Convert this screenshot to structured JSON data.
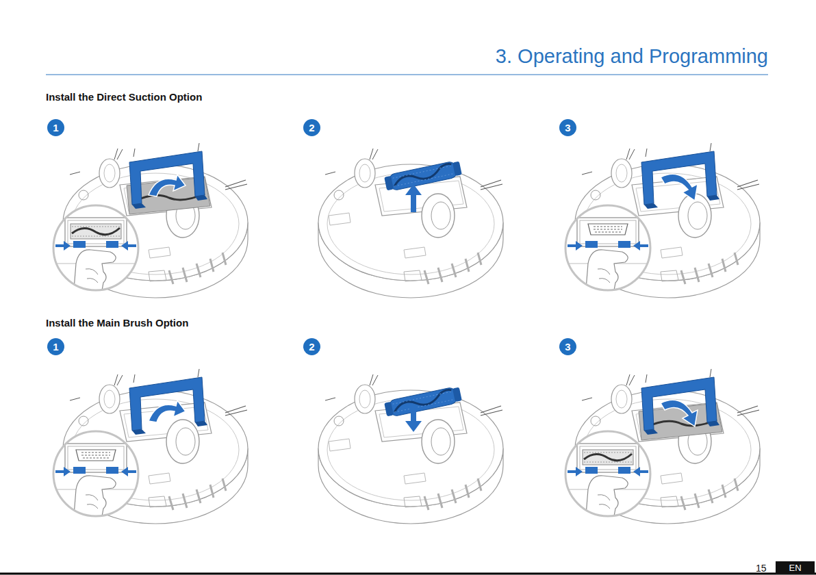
{
  "diagram": {
    "title": "3. Operating and Programming",
    "nodes": [
      {
        "text": [
          "1"
        ]
      },
      {
        "text": [
          "2"
        ]
      },
      {
        "text": [
          "3"
        ]
      },
      {
        "text": [
          "1"
        ]
      },
      {
        "text": [
          "2"
        ]
      },
      {
        "text": [
          "3"
        ]
      },
      {
        "text": [
          "EN"
        ]
      }
    ],
    "labels": [
      "Install the Direct Suction Option",
      "Install the Main Brush Option",
      "15"
    ]
  }
}
